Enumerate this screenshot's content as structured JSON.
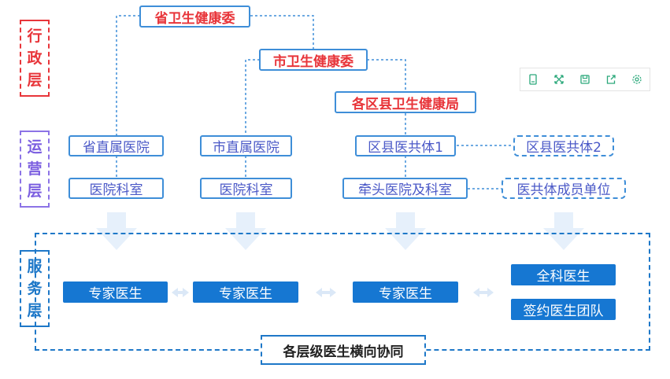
{
  "layers": {
    "admin": [
      "行",
      "政",
      "层"
    ],
    "operation": [
      "运",
      "营",
      "层"
    ],
    "service": [
      "服",
      "务",
      "层"
    ]
  },
  "admin_nodes": {
    "province": "省卫生健康委",
    "city": "市卫生健康委",
    "county": "各区县卫生健康局"
  },
  "operation_nodes": {
    "province_hospital": "省直属医院",
    "city_hospital": "市直属医院",
    "county_group1": "区县医共体1",
    "county_group2": "区县医共体2",
    "province_dept": "医院科室",
    "city_dept": "医院科室",
    "lead_hospital": "牵头医院及科室",
    "member_units": "医共体成员单位"
  },
  "service_nodes": {
    "expert1": "专家医生",
    "expert2": "专家医生",
    "expert3": "专家医生",
    "gp": "全科医生",
    "team": "签约医生团队"
  },
  "collaboration_label": "各层级医生横向协同",
  "toolbar_icons": [
    "copy-icon",
    "fullscreen-icon",
    "save-icon",
    "share-icon",
    "settings-icon"
  ],
  "colors": {
    "admin_red": "#e8353a",
    "operation_purple": "#7b5ee0",
    "service_blue": "#1677d2",
    "connector_blue": "#3e8ed8"
  }
}
